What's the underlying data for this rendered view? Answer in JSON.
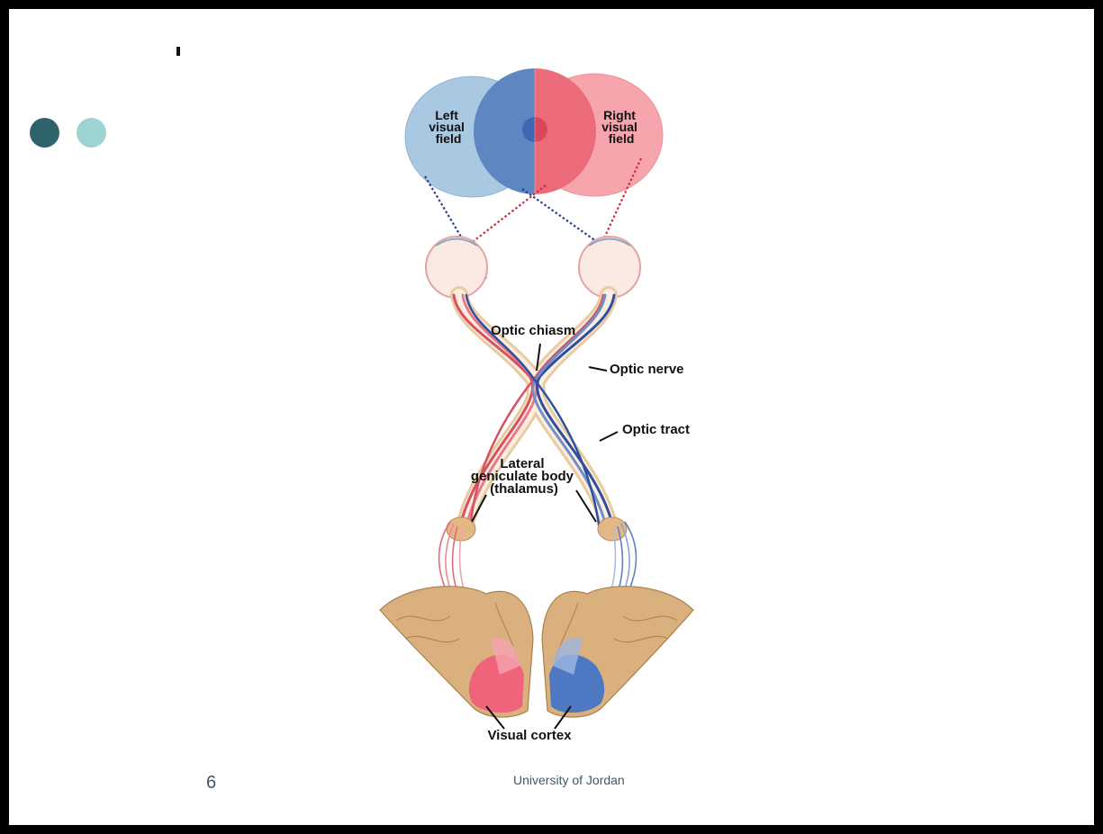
{
  "colors": {
    "dot_dark": "#2e6469",
    "dot_light": "#9ed3d3",
    "left_field": "#a9c8e2",
    "right_field": "#f7a5ad",
    "overlap_blue": "#5e86c0",
    "overlap_red": "#ec6b7b",
    "tissue": "#d9b07e"
  },
  "diagram": {
    "left_field_label": [
      "Left",
      "visual",
      "field"
    ],
    "right_field_label": [
      "Right",
      "visual",
      "field"
    ],
    "optic_chiasm": "Optic chiasm",
    "optic_nerve": "Optic nerve",
    "optic_tract": "Optic tract",
    "lgb_label": [
      "Lateral",
      "geniculate body",
      "(thalamus)"
    ],
    "visual_cortex": "Visual cortex"
  },
  "footer": {
    "page_number": "6",
    "institution": "University of Jordan"
  }
}
